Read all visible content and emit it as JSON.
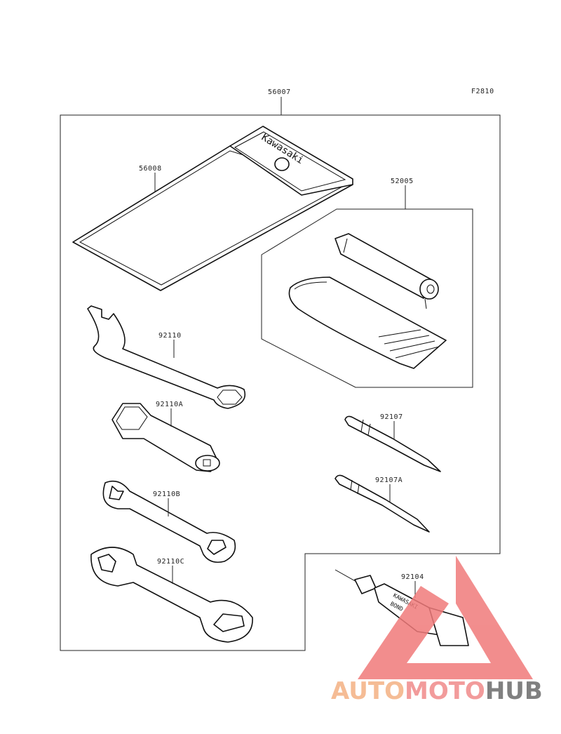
{
  "diagram": {
    "figure_code": "F2810",
    "brand_text": "Kawasaki",
    "callouts": {
      "kit_case": "56007",
      "tool_bag": "56008",
      "pump_set": "52005",
      "wrench_hook": "92110",
      "socket_wrench": "92110A",
      "wrench_small": "92110B",
      "wrench_large": "92110C",
      "screwdriver": "92107",
      "screwdriver_alt": "92107A",
      "bond_tube": "92104"
    },
    "tube_label_line1": "KAWASAKI",
    "tube_label_line2": "BOND"
  },
  "watermark": {
    "part1": "AUTO",
    "part2": "MOTO",
    "part3": "HUB",
    "colors": {
      "auto": "#f4b183",
      "moto": "#f08a8a",
      "hub": "#6b6b6b",
      "triangle": "#f07a7a"
    }
  }
}
